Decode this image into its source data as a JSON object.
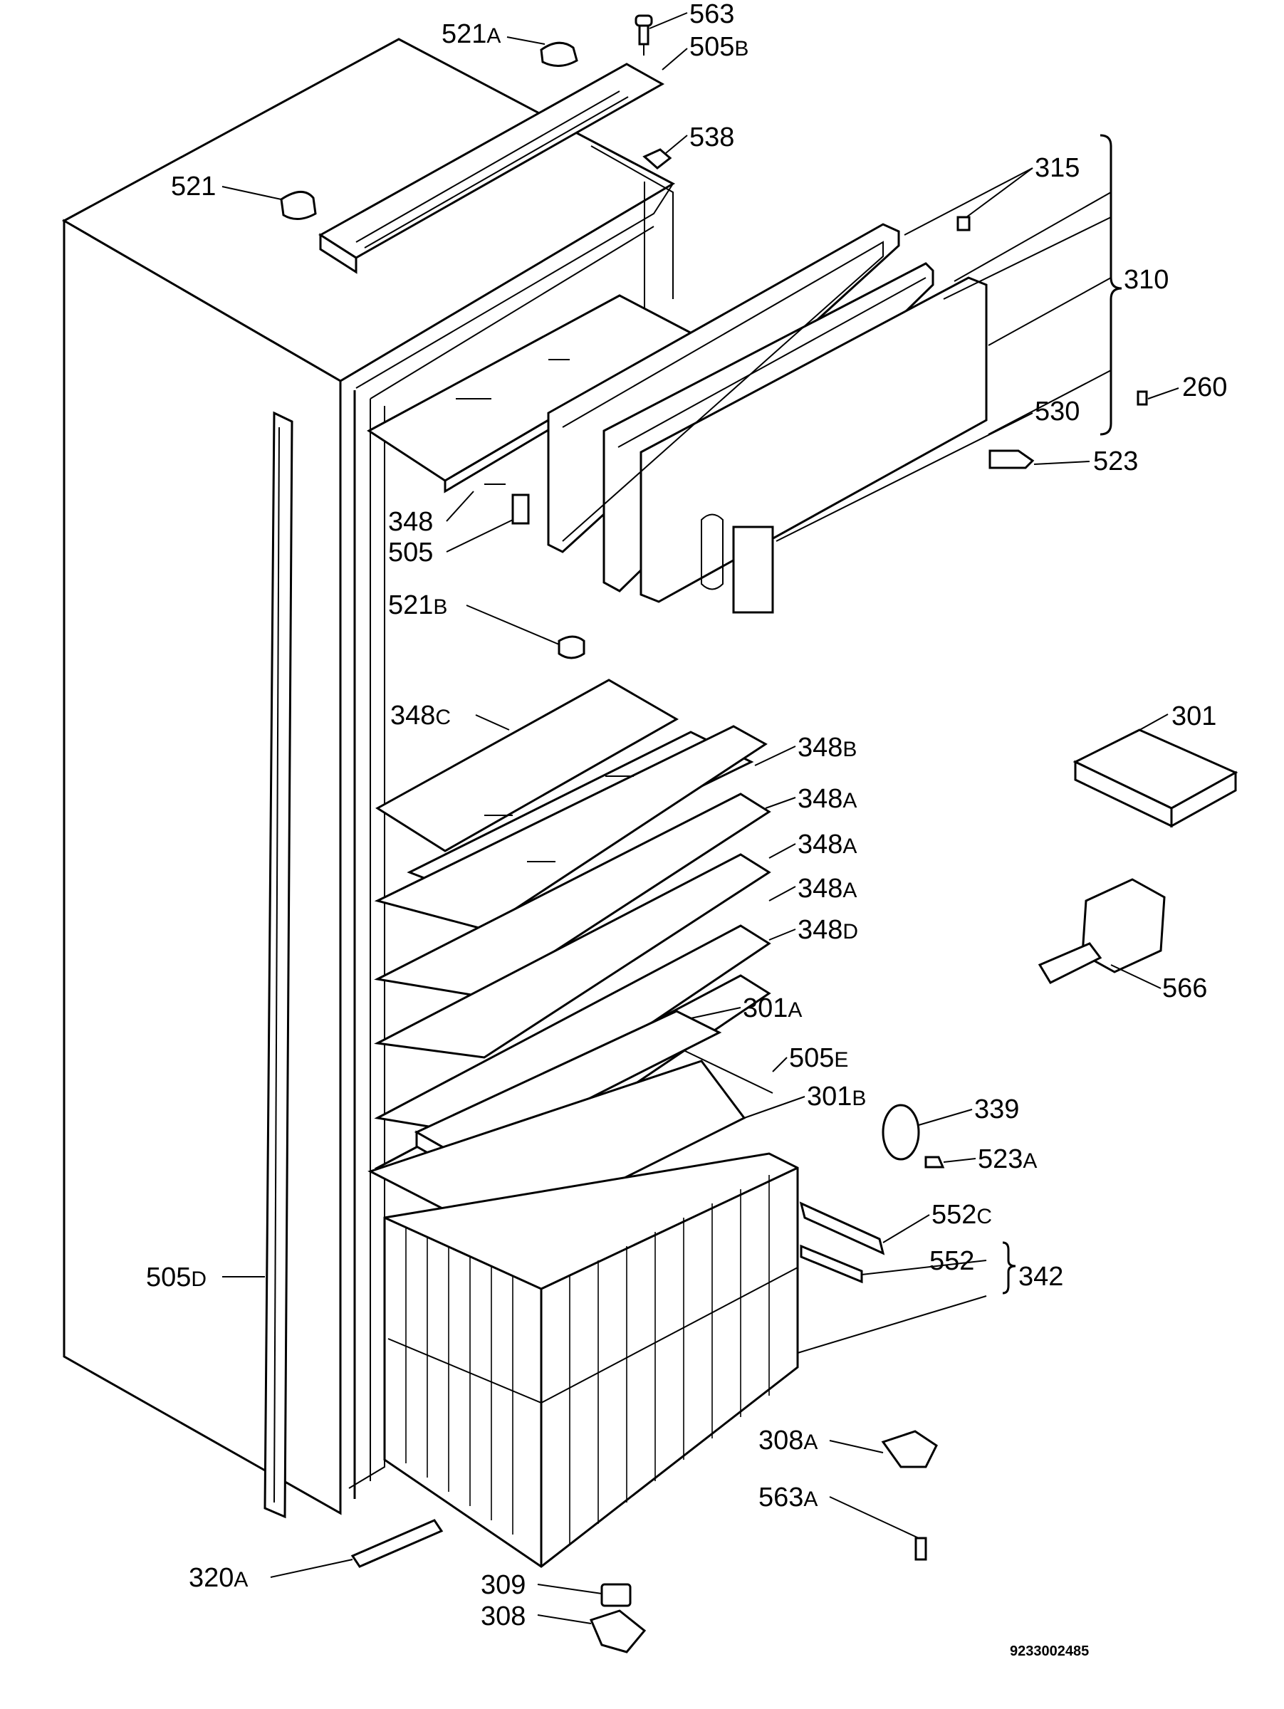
{
  "diagram": {
    "document_number": "9233002485",
    "labels": [
      {
        "id": "521A",
        "num": "521",
        "suffix": "A"
      },
      {
        "id": "563",
        "num": "563",
        "suffix": ""
      },
      {
        "id": "505B",
        "num": "505",
        "suffix": "B"
      },
      {
        "id": "538",
        "num": "538",
        "suffix": ""
      },
      {
        "id": "521",
        "num": "521",
        "suffix": ""
      },
      {
        "id": "315",
        "num": "315",
        "suffix": ""
      },
      {
        "id": "310",
        "num": "310",
        "suffix": ""
      },
      {
        "id": "260",
        "num": "260",
        "suffix": ""
      },
      {
        "id": "530",
        "num": "530",
        "suffix": ""
      },
      {
        "id": "523",
        "num": "523",
        "suffix": ""
      },
      {
        "id": "348",
        "num": "348",
        "suffix": ""
      },
      {
        "id": "505",
        "num": "505",
        "suffix": ""
      },
      {
        "id": "521B",
        "num": "521",
        "suffix": "B"
      },
      {
        "id": "348C",
        "num": "348",
        "suffix": "C"
      },
      {
        "id": "301",
        "num": "301",
        "suffix": ""
      },
      {
        "id": "348B",
        "num": "348",
        "suffix": "B"
      },
      {
        "id": "348A-1",
        "num": "348",
        "suffix": "A"
      },
      {
        "id": "348A-2",
        "num": "348",
        "suffix": "A"
      },
      {
        "id": "348A-3",
        "num": "348",
        "suffix": "A"
      },
      {
        "id": "348D",
        "num": "348",
        "suffix": "D"
      },
      {
        "id": "566",
        "num": "566",
        "suffix": ""
      },
      {
        "id": "301A",
        "num": "301",
        "suffix": "A"
      },
      {
        "id": "505E",
        "num": "505",
        "suffix": "E"
      },
      {
        "id": "301B",
        "num": "301",
        "suffix": "B"
      },
      {
        "id": "339",
        "num": "339",
        "suffix": ""
      },
      {
        "id": "523A",
        "num": "523",
        "suffix": "A"
      },
      {
        "id": "552C",
        "num": "552",
        "suffix": "C"
      },
      {
        "id": "552",
        "num": "552",
        "suffix": ""
      },
      {
        "id": "342",
        "num": "342",
        "suffix": ""
      },
      {
        "id": "505D",
        "num": "505",
        "suffix": "D"
      },
      {
        "id": "308A",
        "num": "308",
        "suffix": "A"
      },
      {
        "id": "563A",
        "num": "563",
        "suffix": "A"
      },
      {
        "id": "320A",
        "num": "320",
        "suffix": "A"
      },
      {
        "id": "309",
        "num": "309",
        "suffix": ""
      },
      {
        "id": "308",
        "num": "308",
        "suffix": ""
      }
    ]
  }
}
